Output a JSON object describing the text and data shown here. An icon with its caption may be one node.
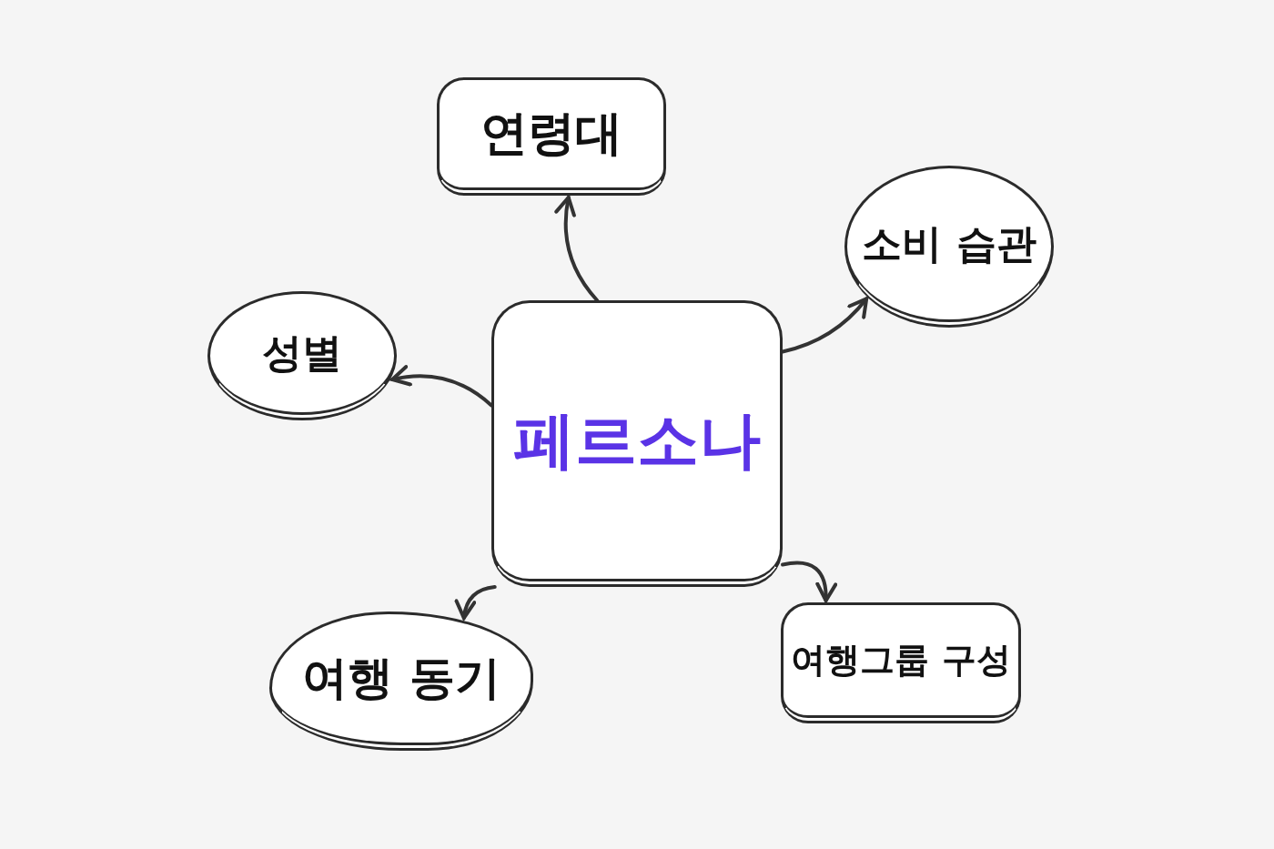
{
  "diagram": {
    "nodes": [
      {
        "text": [
          "페르소나"
        ]
      },
      {
        "text": [
          "연령대"
        ]
      },
      {
        "text": [
          "소비 습관"
        ]
      },
      {
        "text": [
          "성별"
        ]
      },
      {
        "text": [
          "여행 동기"
        ]
      },
      {
        "text": [
          "여행그룹 구성"
        ]
      }
    ],
    "edges": [
      {
        "from": 0,
        "to": 1,
        "arrow": "to"
      },
      {
        "from": 0,
        "to": 2,
        "arrow": "to"
      },
      {
        "from": 0,
        "to": 3,
        "arrow": "to"
      },
      {
        "from": 0,
        "to": 4,
        "arrow": "to"
      },
      {
        "from": 0,
        "to": 5,
        "arrow": "to"
      }
    ]
  }
}
